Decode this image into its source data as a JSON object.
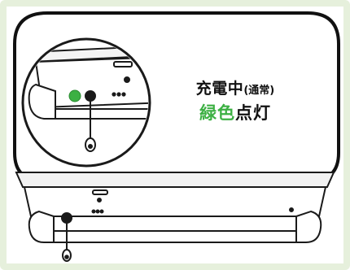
{
  "caption": {
    "status": "充電中",
    "status_paren": "(通常)",
    "led_color_word": "緑色",
    "led_state_word": "点灯"
  },
  "colors": {
    "frame_background": "#e6f0dc",
    "led_green": "#3cb043",
    "line_art": "#1a1a1a",
    "accent_text": "#3cb043"
  },
  "icons": {
    "led": "green-led-dot",
    "jack": "dc-jack",
    "plug": "power-plug"
  }
}
